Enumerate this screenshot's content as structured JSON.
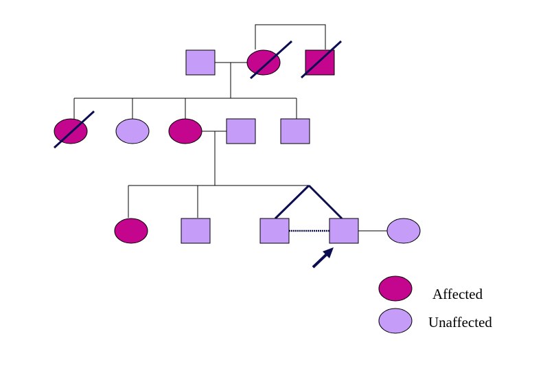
{
  "colors": {
    "affected": "#c4068f",
    "unaffected": "#c59cf7",
    "line": "#000000",
    "deceased_slash": "#0c0c52",
    "twin_line": "#0c0c52",
    "arrow": "#0c0c52"
  },
  "legend": {
    "affected_label": "Affected",
    "unaffected_label": "Unaffected"
  },
  "generations": [
    {
      "name": "generation-1",
      "individuals": [
        {
          "sex": "male",
          "affected": false,
          "deceased": false
        },
        {
          "sex": "female",
          "affected": true,
          "deceased": true
        },
        {
          "sex": "male",
          "affected": true,
          "deceased": true
        }
      ]
    },
    {
      "name": "generation-2",
      "individuals": [
        {
          "sex": "female",
          "affected": true,
          "deceased": true
        },
        {
          "sex": "female",
          "affected": false,
          "deceased": false
        },
        {
          "sex": "female",
          "affected": true,
          "deceased": false
        },
        {
          "sex": "male",
          "affected": false,
          "deceased": false
        },
        {
          "sex": "male",
          "affected": false,
          "deceased": false
        }
      ]
    },
    {
      "name": "generation-3",
      "individuals": [
        {
          "sex": "female",
          "affected": true,
          "deceased": false
        },
        {
          "sex": "male",
          "affected": false,
          "deceased": false
        },
        {
          "sex": "male",
          "affected": false,
          "deceased": false,
          "twin": "monozygotic"
        },
        {
          "sex": "male",
          "affected": false,
          "deceased": false,
          "twin": "monozygotic",
          "proband": true
        },
        {
          "sex": "female",
          "affected": false,
          "deceased": false
        }
      ]
    }
  ]
}
